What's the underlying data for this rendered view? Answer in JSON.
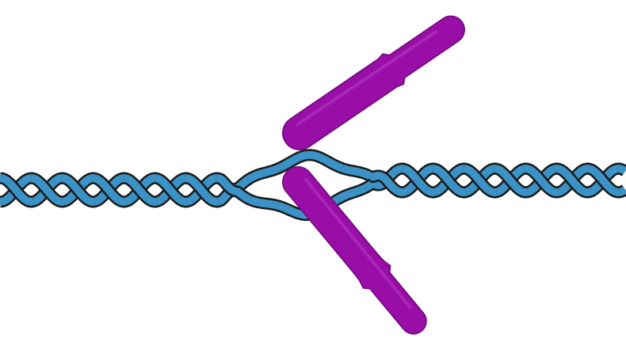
{
  "diagram": {
    "type": "double-helix-strand-separation",
    "background_color": "#ffffff",
    "strand_color": "#3a92c6",
    "outline_color": "#1a1a1a",
    "primer_color": "#990ea6",
    "primer_highlight_color": "#b63cc4",
    "primer_shadow_color": "#7a0b86",
    "strands": [
      {
        "name": "strand-a"
      },
      {
        "name": "strand-b"
      }
    ],
    "primers": [
      {
        "name": "upper-primer",
        "direction": "up-right"
      },
      {
        "name": "lower-primer",
        "direction": "down-right"
      }
    ]
  }
}
